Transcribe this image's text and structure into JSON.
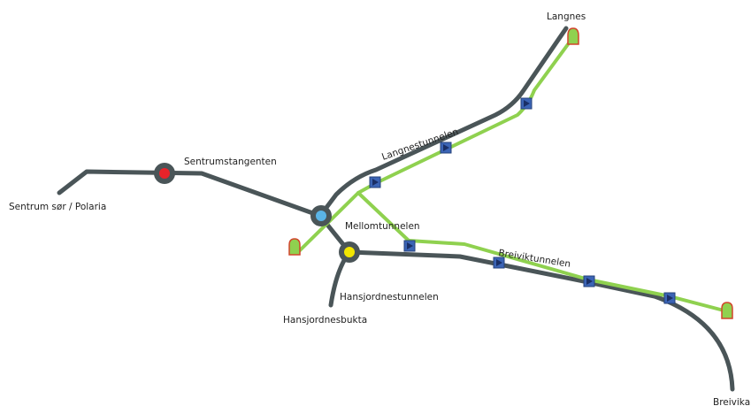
{
  "map": {
    "colors": {
      "road": "#4a5558",
      "tunnel_route": "#8fd14f",
      "portal_fill": "#8fd14f",
      "portal_stroke": "#d2442b",
      "marker_fill": "#3b64b5",
      "marker_stroke": "#26427a",
      "junction_ring": "#4a5558",
      "junction_red": "#e8232a",
      "junction_blue": "#5ab4e6",
      "junction_yellow": "#f2e600"
    },
    "labels": {
      "langnes": "Langnes",
      "langnestunnelen": "Langnestunnelen",
      "sentrumstangenten": "Sentrumstangenten",
      "sentrum_sor": "Sentrum sør / Polaria",
      "mellomtunnelen": "Mellomtunnelen",
      "breiviktunnelen": "Breiviktunnelen",
      "hansjordnestunnelen": "Hansjordnestunnelen",
      "hansjordnesbukta": "Hansjordnesbukta",
      "breivika": "Breivika"
    },
    "icons": {
      "portal": "tunnel-portal-icon",
      "marker": "direction-marker-icon",
      "junction": "junction-icon"
    }
  }
}
